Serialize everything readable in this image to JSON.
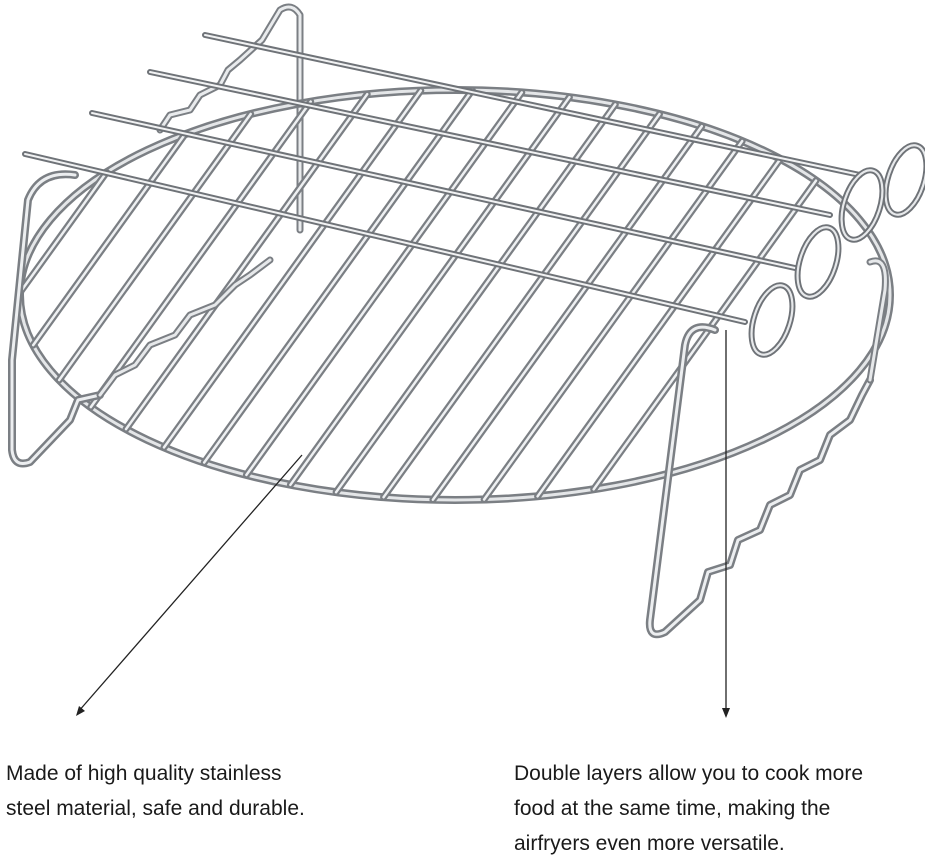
{
  "image": {
    "subject": "stainless-steel-double-layer-rack-with-skewers",
    "colors": {
      "background": "#ffffff",
      "steel_light": "#e8eaec",
      "steel_mid": "#b7bbbf",
      "steel_dark": "#6f7378",
      "pointer_line": "#222222",
      "caption_text": "#1a1a1a"
    }
  },
  "captions": {
    "left": {
      "line1": "Made of high quality stainless",
      "line2": "steel material, safe and durable."
    },
    "right": {
      "line1": "Double layers allow you to cook more",
      "line2": "food at the same time, making the",
      "line3": "airfryers even more versatile."
    }
  }
}
